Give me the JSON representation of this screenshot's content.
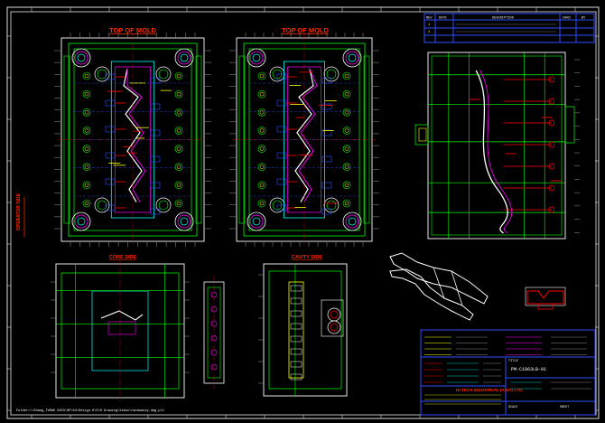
{
  "drawing": {
    "top_label_1": "TOP OF MOLD",
    "top_label_2": "TOP OF MOLD",
    "core_side": "CORE SIDE",
    "cavity_side": "CAVITY SIDE",
    "side_label": "OPERATOR SIDE",
    "file_path": "Folder=\\\\Shang_TVMAD DATA\\0P\\04\\Design-0\\0\\0 Drawing\\tebox\\randoassy.dwg.plt"
  },
  "revision_block": {
    "headers": [
      "REV",
      "DATE",
      "DESCRIPTION",
      "CHKD",
      "BY"
    ],
    "row1": [
      "1",
      "",
      "",
      "",
      ""
    ],
    "row2": [
      "2",
      "",
      "",
      "",
      ""
    ]
  },
  "title_block": {
    "company": "HI-TECH INDUSTRIAL (ASIA) LTD.",
    "drawing_no": "PM-C1863LB-01",
    "title_label": "TITLE",
    "scale_label": "SCALE",
    "sheet_label": "SHEET"
  },
  "colors": {
    "background": "#000000",
    "frame": "#ffffff",
    "title_red": "#ff2a00",
    "green": "#00ff00",
    "cyan": "#00ffff",
    "magenta": "#ff00ff",
    "yellow": "#ffff00",
    "blue": "#3050ff",
    "red": "#ff0000"
  }
}
